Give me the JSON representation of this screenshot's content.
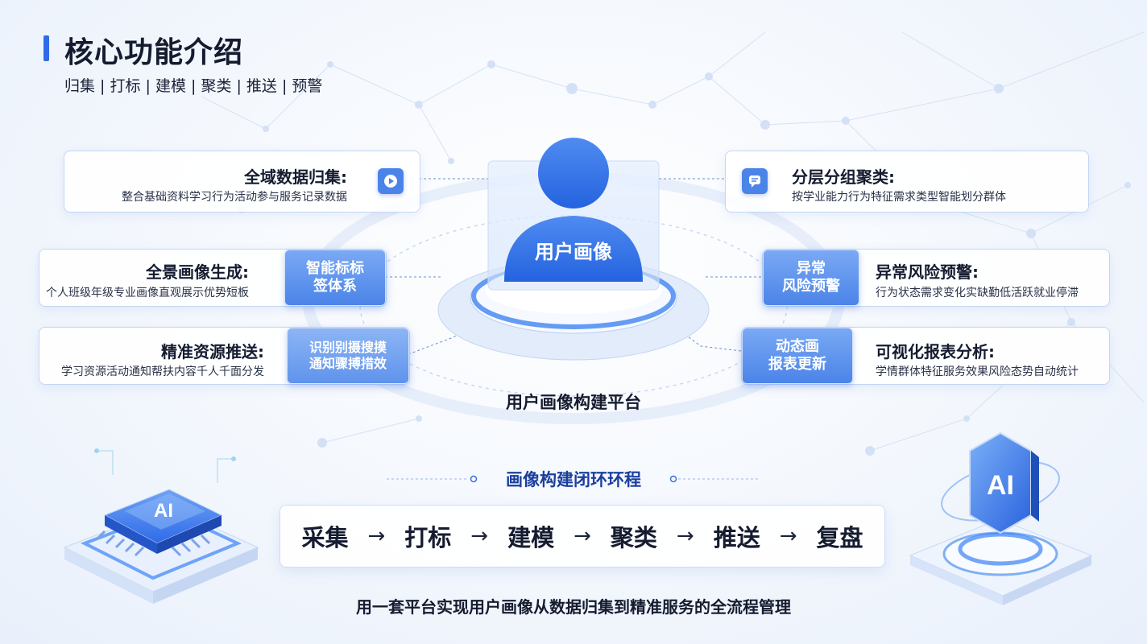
{
  "header": {
    "title": "核心功能介绍",
    "subtitle": "归集 | 打标 | 建模 | 聚类 | 推送 | 预警"
  },
  "center": {
    "person_label": "用户画像",
    "platform_label": "用户画像构建平台"
  },
  "features_left": [
    {
      "title": "全域数据归集:",
      "desc": "整合基础资料学习行为活动参与服务记录数据",
      "icon": "play-icon"
    },
    {
      "title": "全景画像生成:",
      "desc": "个人班级年级专业画像直观展示优势短板",
      "badge": "智能标标\n签体系"
    },
    {
      "title": "精准资源推送:",
      "desc": "学习资源活动通知帮扶内容千人千面分发",
      "badge": "识别别摄搜摸\n通知骤搏措效"
    }
  ],
  "features_right": [
    {
      "title": "分层分组聚类:",
      "desc": "按学业能力行为特征需求类型智能划分群体",
      "icon": "chat-icon"
    },
    {
      "title": "异常风险预警:",
      "desc": "行为状态需求变化实缺勤低活跃就业停滞",
      "badge": "异常\n风险预警"
    },
    {
      "title": "可视化报表分析:",
      "desc": "学情群体特征服务效果风险态势自动统计",
      "badge": "动态画\n报表更新"
    }
  ],
  "loop": {
    "title": "画像构建闭环环程",
    "steps": [
      "采集",
      "打标",
      "建模",
      "聚类",
      "推送",
      "复盘"
    ],
    "arrow": "→"
  },
  "footer": "用一套平台实现用户画像从数据归集到精准服务的全流程管理",
  "decor": {
    "chip_label": "AI",
    "hex_label": "AI"
  },
  "colors": {
    "accent": "#2f6be8",
    "badge": "#4b84e8",
    "navy_text": "#1b3f9e"
  }
}
